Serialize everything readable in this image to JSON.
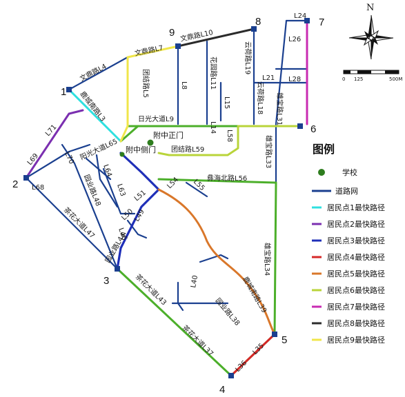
{
  "north_label": "N",
  "scale": {
    "labels": [
      "0",
      "125",
      "500M"
    ]
  },
  "legend": {
    "title": "图例",
    "items": [
      {
        "label": "学校",
        "type": "dot",
        "color": "#2e7d1e"
      },
      {
        "label": "道路网",
        "type": "line",
        "color": "#1a3f8f"
      },
      {
        "label": "居民点1最快路径",
        "type": "line",
        "color": "#2fe0e0"
      },
      {
        "label": "居民点2最快路径",
        "type": "line",
        "color": "#7b2fb0"
      },
      {
        "label": "居民点3最快路径",
        "type": "line",
        "color": "#1f2fb8"
      },
      {
        "label": "居民点4最快路径",
        "type": "line",
        "color": "#d62828"
      },
      {
        "label": "居民点5最快路径",
        "type": "line",
        "color": "#d9772a"
      },
      {
        "label": "居民点6最快路径",
        "type": "line",
        "color": "#b9d43a"
      },
      {
        "label": "居民点7最快路径",
        "type": "line",
        "color": "#c82bb2"
      },
      {
        "label": "居民点8最快路径",
        "type": "line",
        "color": "#2b2b2b"
      },
      {
        "label": "居民点9最快路径",
        "type": "line",
        "color": "#f0e64a"
      }
    ]
  },
  "places": {
    "gate_main": "附中正门",
    "gate_side": "附中侧门"
  },
  "nodes": [
    "1",
    "2",
    "3",
    "4",
    "5",
    "6",
    "7",
    "8",
    "9"
  ],
  "road_labels": [
    "文鼎路L4",
    "文鼎路L7",
    "文鼎路L10",
    "鹿城南路L3",
    "L71",
    "L69",
    "L68",
    "L70",
    "阳光大道L65",
    "L64",
    "L63",
    "L51",
    "L50",
    "L49",
    "L46",
    "园业路L48",
    "茶花大道L47",
    "园业路L44",
    "茶花大道L43",
    "L40",
    "园业路L38",
    "茶花大道L37",
    "L36",
    "L35",
    "鹿城南路L39",
    "雄宝路L34",
    "雄宝路L33",
    "雄宝路L31",
    "彝海北路L56",
    "L54",
    "L55",
    "团结路L59",
    "L58",
    "L14",
    "L15",
    "花园路L11",
    "L8",
    "团结路L5",
    "日光大道L9",
    "云荷路L18",
    "云荷路L19",
    "L21",
    "L28",
    "L26",
    "L24"
  ],
  "colors": {
    "road": "#1a3f8f",
    "green_route": "#4caf2a",
    "blue_route": "#1f2fb8",
    "cyan_route": "#2fe0e0",
    "purple_route": "#7b2fb0",
    "red_route": "#d62828",
    "orange_route": "#d9772a",
    "lime_route": "#b9d43a",
    "magenta_route": "#c82bb2",
    "dark_route": "#2b2b2b",
    "yellow_route": "#f0e64a",
    "school": "#2e7d1e"
  }
}
